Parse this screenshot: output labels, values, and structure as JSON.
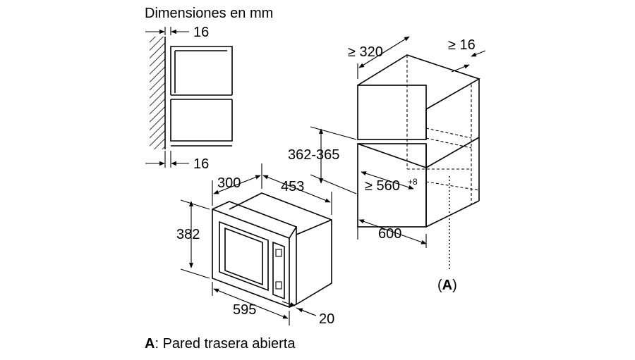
{
  "header": {
    "title": "Dimensiones en mm"
  },
  "dimensions": {
    "top_gap": "16",
    "bottom_gap": "16",
    "cabinet_depth": "≥ 320",
    "cabinet_gap": "≥ 16",
    "niche_height": "362-365",
    "niche_width": "≥ 560",
    "niche_width_tol": "+8",
    "cabinet_width": "600",
    "oven_depth": "300",
    "oven_body_width": "453",
    "oven_height": "382",
    "oven_width": "595",
    "frame_depth": "20"
  },
  "callout": {
    "marker": "A",
    "marker_open": "(",
    "marker_close": ")"
  },
  "legend": {
    "key": "A",
    "text": ": Pared trasera abierta"
  }
}
